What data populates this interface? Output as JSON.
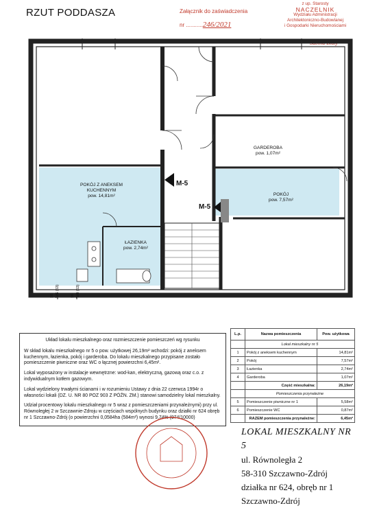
{
  "header": {
    "title": "RZUT PODDASZA",
    "attachment_label": "Załącznik do zaświadczenia",
    "attachment_number_prefix": "nr",
    "attachment_number": "246/2021",
    "stamp_lines": [
      "z up. Starosty",
      "NACZELNIK",
      "Wydziału Administracji",
      "Architektoniczno-Budowlanej",
      "i Gospodarki Nieruchomościami"
    ],
    "signature": "Sabina Biały"
  },
  "plan": {
    "room_pokoj_aneks": "POKÓJ Z ANEKSEM KUCHENNYM",
    "room_pokoj_aneks_area": "pow. 14,81m²",
    "room_lazienka": "ŁAZIENKA",
    "room_lazienka_area": "pow. 2,74m²",
    "room_garderoba": "GARDEROBA",
    "room_garderoba_area": "pow. 1,07m²",
    "room_pokoj": "POKÓJ",
    "room_pokoj_area": "pow. 7,57m²",
    "marker_1": "M-5",
    "marker_2": "M-5",
    "dim_labels": [
      "W6 (53)",
      "56",
      "W6 (53)",
      "56"
    ],
    "colors": {
      "highlight": "#cfe9f2",
      "wall": "#222222"
    }
  },
  "description": {
    "heading": "Układ lokalu mieszkalnego oraz rozmieszczenie pomieszczeń wg rysunku",
    "p1": "W skład lokalu mieszkalnego nr 5 o pow. użytkowej 26,19m² wchodzi: pokój z aneksem kuchennym, łazienka, pokój i garderoba. Do lokalu mieszkalnego przypisane zostało pomieszczenie piwniczne oraz WC o łącznej powierzchni 6,45m².",
    "p2": "Lokal wyposażony w instalacje wewnętrzne: wod-kan, elektryczną, gazową oraz c.o. z indywidualnym kotłem gazowym.",
    "p3": "Lokal wydzielony trwałymi ścianami i w rozumieniu Ustawy z dnia 22 czerwca 1994r o własności lokali (DZ. U. NR 80 POZ 903 Z PÓŹN. ZM.) stanowi samodzielny lokal mieszkalny.",
    "p4": "Udział procentowy lokalu mieszkalnego nr 5 wraz z pomieszczeniami przynależnymi) przy ul. Równoległej 2 w Szczawnie-Zdroju w częściach wspólnych budynku oraz działki nr 624 obręb nr 1 Szczawno-Zdrój (o powierzchni 0,0584ha (584m²) wynosi 9,74% (974/10000)"
  },
  "table": {
    "headers": [
      "L.p.",
      "Nazwa pomieszczenia",
      "Pow. użytkowa"
    ],
    "section1": "Lokal mieszkalny nr 5",
    "rows1": [
      [
        "1",
        "Pokój z aneksem kuchennym",
        "14,81m²"
      ],
      [
        "2",
        "Pokój",
        "7,57m²"
      ],
      [
        "3",
        "Łazienka",
        "2,74m²"
      ],
      [
        "4",
        "Garderoba",
        "1,07m²"
      ]
    ],
    "sum1_label": "Część mieszkalna:",
    "sum1_value": "26,19m²",
    "section2": "Pomieszczenia przynależne",
    "rows2": [
      [
        "5",
        "Pomieszczenie piwniczne nr 1",
        "5,58m²"
      ],
      [
        "6",
        "Pomieszczenie WC",
        "0,87m²"
      ]
    ],
    "sum2_label": "RAZEM pomieszczenia przynależne:",
    "sum2_value": "6,45m²"
  },
  "address": {
    "heading": "LOKAL MIESZKALNY NR 5",
    "line1": "ul. Równoległa 2",
    "line2": "58-310 Szczawno-Zdrój",
    "line3": "działka nr 624, obręb nr 1",
    "line4": "Szczawno-Zdrój"
  }
}
